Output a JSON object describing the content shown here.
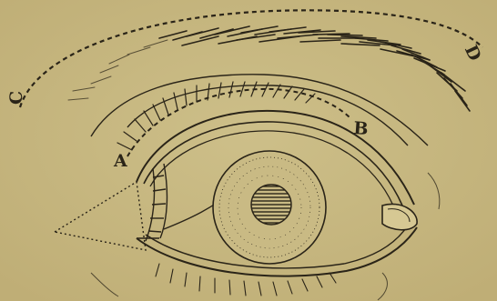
{
  "figure": {
    "labels": {
      "a": "A",
      "b": "B",
      "c": "C",
      "d": "D"
    }
  },
  "colors": {
    "paper": "#c8b982",
    "ink": "#2a2418",
    "shade": "#3a3222"
  }
}
